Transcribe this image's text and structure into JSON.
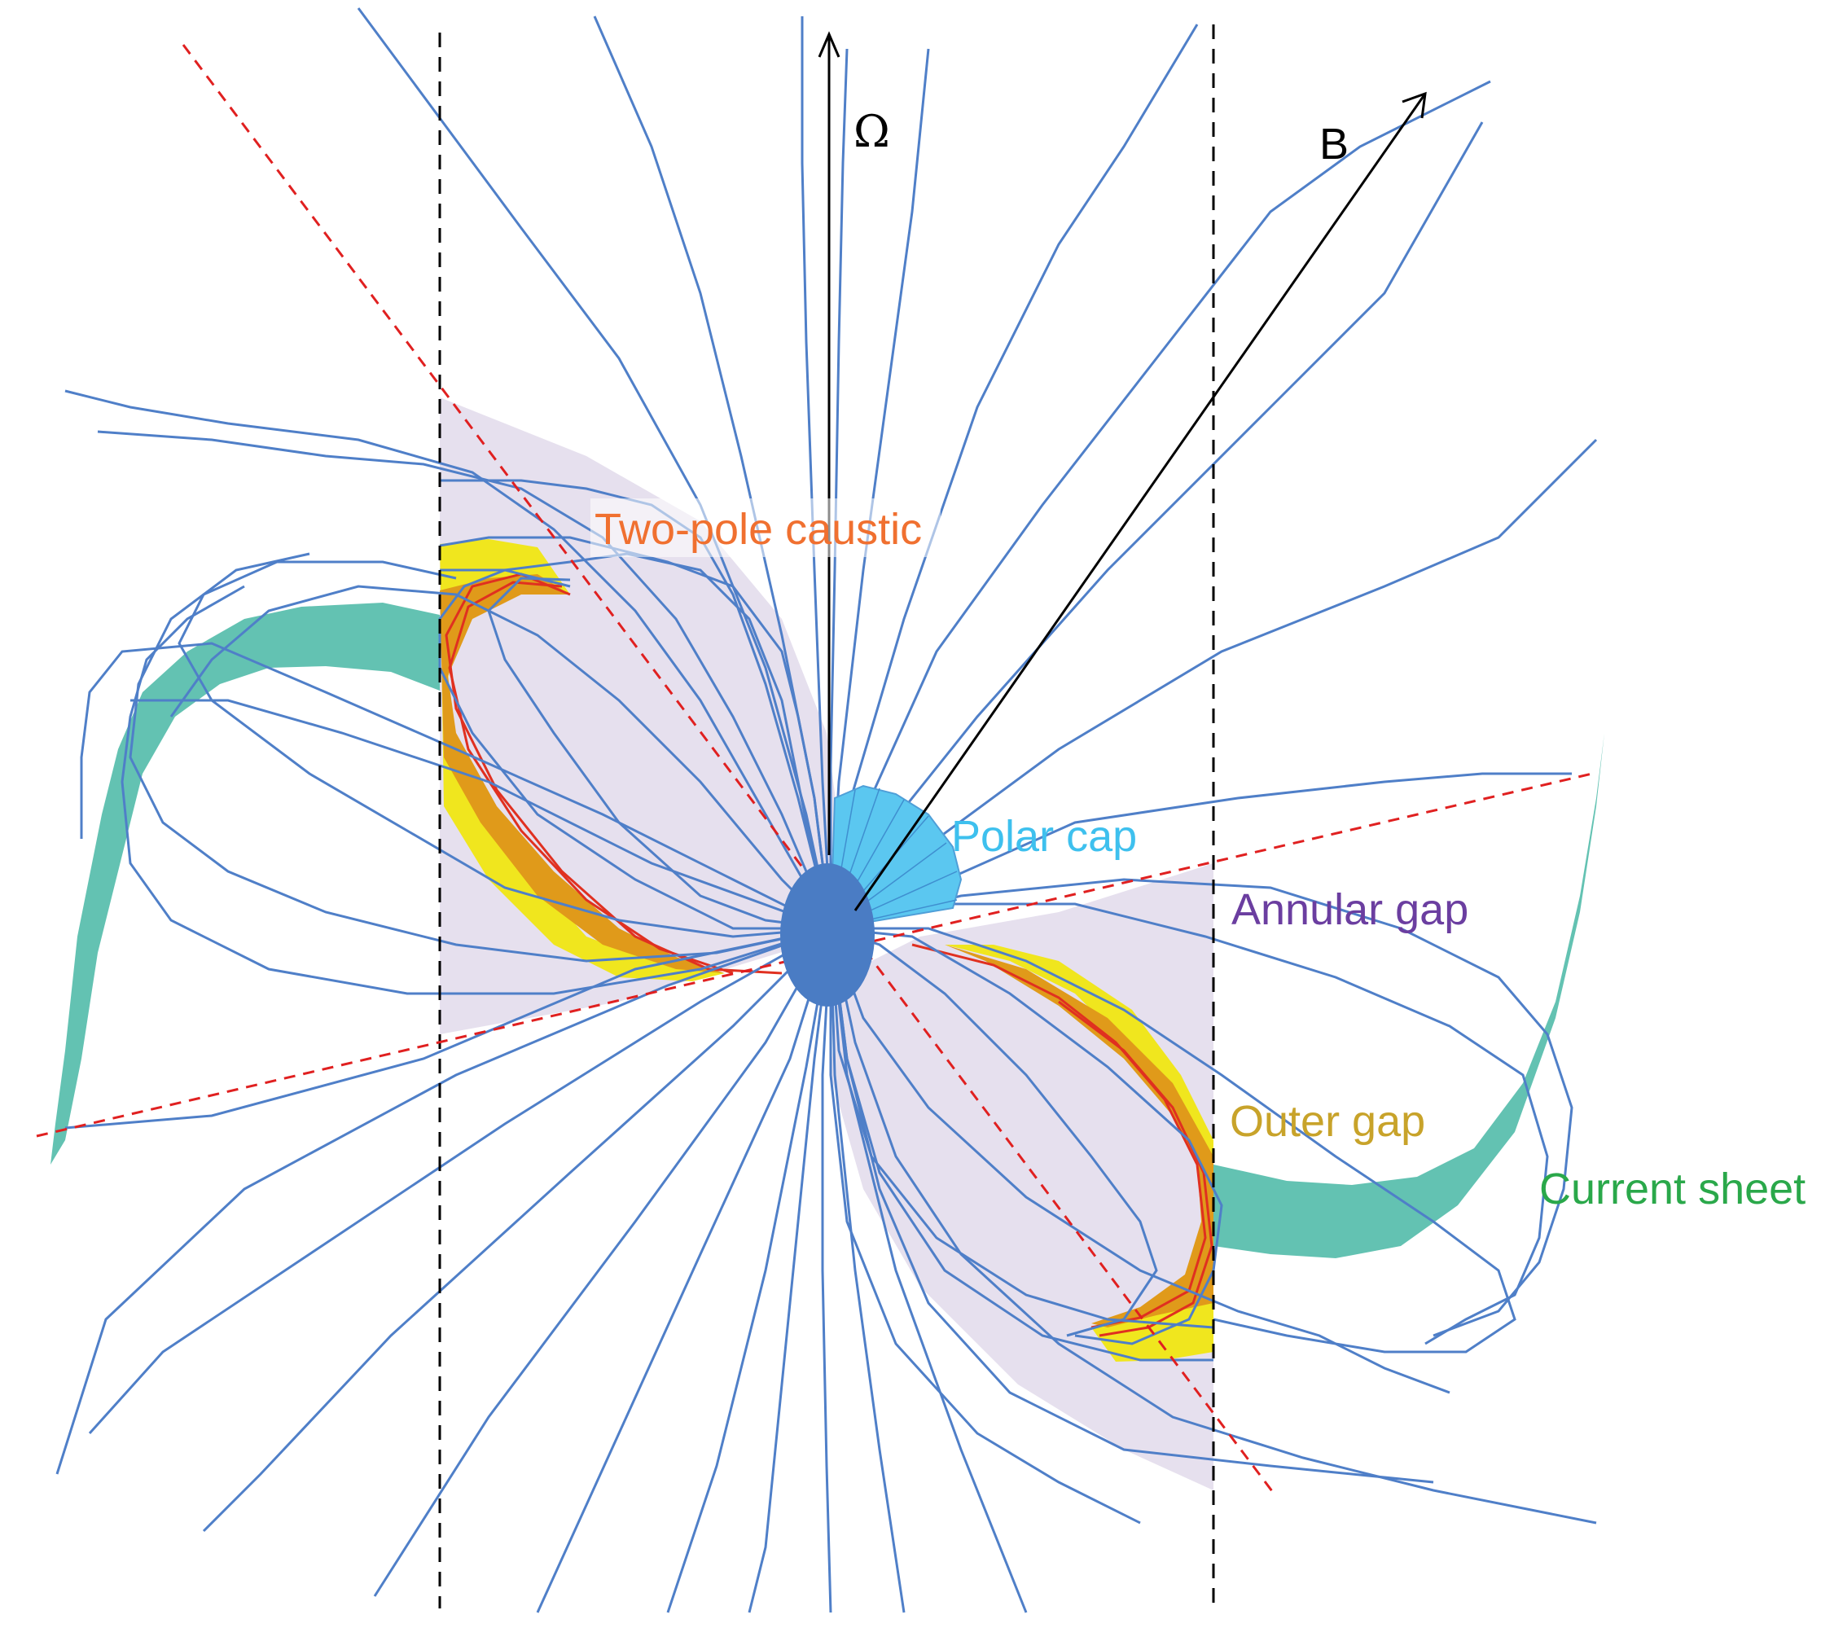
{
  "axes": {
    "omega_symbol": "Ω",
    "b_symbol": "B"
  },
  "labels": {
    "two_pole_caustic": "Two-pole caustic",
    "polar_cap": "Polar cap",
    "annular_gap": "Annular gap",
    "outer_gap": "Outer gap",
    "current_sheet": "Current sheet"
  },
  "colors": {
    "field_lines": "#4f7fc8",
    "light_cylinder": "#000000",
    "null_surface": "#e02020",
    "annular_gap_fill": "#e6e0ee",
    "outer_gap_inner": "#f0e61e",
    "outer_gap_outer": "#e09a1a",
    "caustic_edge": "#e03020",
    "current_sheet": "#5bbfae",
    "polar_cap": "#5bc7f0",
    "star": "#4a7cc4",
    "two_pole_caustic_text": "#f07030",
    "polar_cap_text": "#3ec0ee",
    "annular_gap_text": "#6b3ea0",
    "outer_gap_text": "#c8a32a",
    "current_sheet_text": "#2aa84a"
  }
}
